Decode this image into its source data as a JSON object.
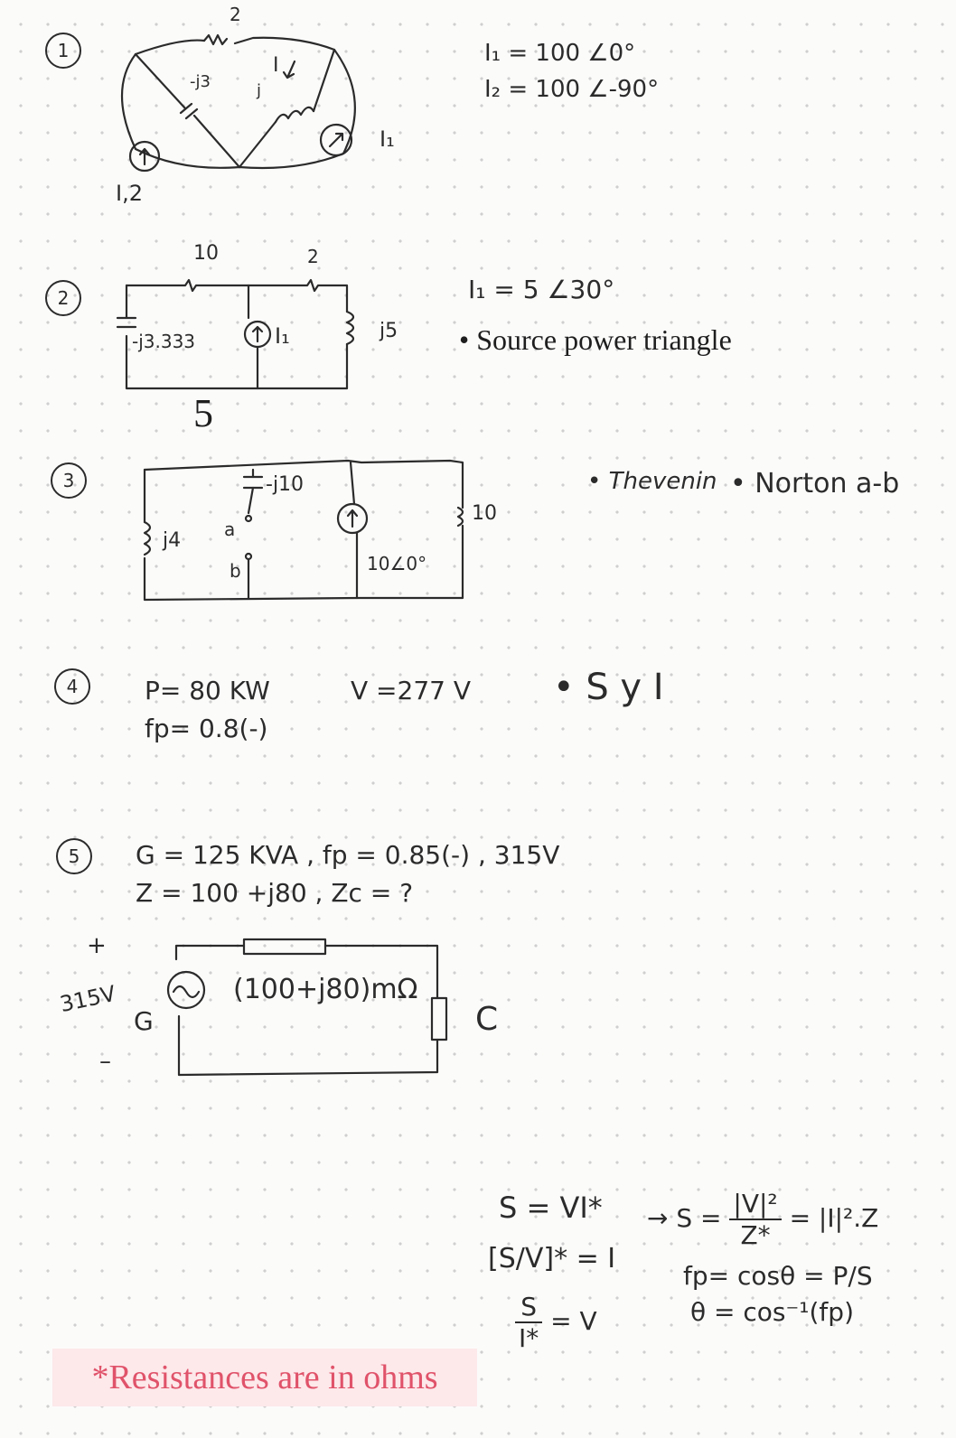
{
  "problems": [
    {
      "number": "1"
    },
    {
      "number": "2"
    },
    {
      "number": "3"
    },
    {
      "number": "4"
    },
    {
      "number": "5"
    }
  ],
  "p1": {
    "resistor": "2",
    "capacitor": "-j3",
    "inductor": "j",
    "current_label": "I",
    "source_i1": "I₁",
    "source_i2": "I,2",
    "given_i1": "I₁ = 100 ∠0°",
    "given_i2": "I₂ = 100 ∠-90°"
  },
  "p2": {
    "resistor_top_left": "10",
    "resistor_top_right": "2",
    "capacitor": "-j3.333",
    "source": "I₁",
    "inductor": "j5",
    "bottom_resistor": "5",
    "given": "I₁ = 5 ∠30°",
    "task": "Source power triangle"
  },
  "p3": {
    "capacitor": "-j10",
    "inductor": "j4",
    "node_a": "a",
    "node_b": "b",
    "source": "10∠0°",
    "resistor": "10",
    "task": "Thevenin",
    "task2": "Norton a-b"
  },
  "p4": {
    "power": "P= 80 KW",
    "pf": "fp= 0.8(-)",
    "voltage": "V =277 V",
    "task": "S y I"
  },
  "p5": {
    "line1": "G = 125 KVA , fp = 0.85(-) , 315V",
    "line2": "Z = 100 +j80 , Zc = ?",
    "plus": "+",
    "minus": "–",
    "volt": "315V",
    "gen": "G",
    "load": "(100+j80)mΩ",
    "cap": "C"
  },
  "formulas": {
    "s_vi": "S = VI*",
    "arrow": "→ S =",
    "num_v2": "|V|²",
    "den_z": "Z*",
    "eq_i2z": "= |I|².Z",
    "bracket": "[S/V]* = I",
    "sv_num": "S",
    "sv_den": "I*",
    "sv_eq": "= V",
    "fp": "fp= cosθ = P/S",
    "theta": "θ = cos⁻¹(fp)"
  },
  "footnote": "*Resistances are in ohms"
}
